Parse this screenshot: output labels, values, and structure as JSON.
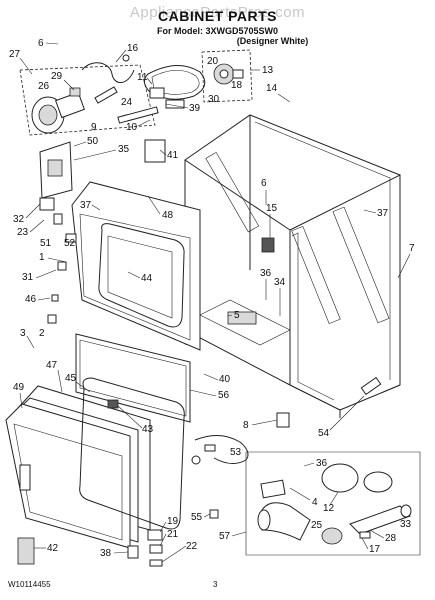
{
  "header": {
    "watermark": "AppliancePartsPros.com",
    "title": "CABINET PARTS",
    "model_line": "For Model: 3XWGD5705SW0",
    "model_note": "(Designer White)"
  },
  "footer": {
    "doc_number": "W10114455",
    "page_number": "3"
  },
  "callouts": [
    "6",
    "27",
    "16",
    "29",
    "26",
    "9",
    "10",
    "50",
    "35",
    "11",
    "24",
    "39",
    "20",
    "30",
    "18",
    "13",
    "14",
    "41",
    "48",
    "37",
    "15",
    "6",
    "37",
    "7",
    "32",
    "23",
    "51",
    "52",
    "1",
    "31",
    "46",
    "3",
    "2",
    "47",
    "45",
    "49",
    "44",
    "36",
    "34",
    "40",
    "56",
    "43",
    "8",
    "53",
    "54",
    "36",
    "4",
    "12",
    "33",
    "55",
    "19",
    "21",
    "22",
    "57",
    "25",
    "28",
    "17",
    "38",
    "42",
    "5"
  ]
}
